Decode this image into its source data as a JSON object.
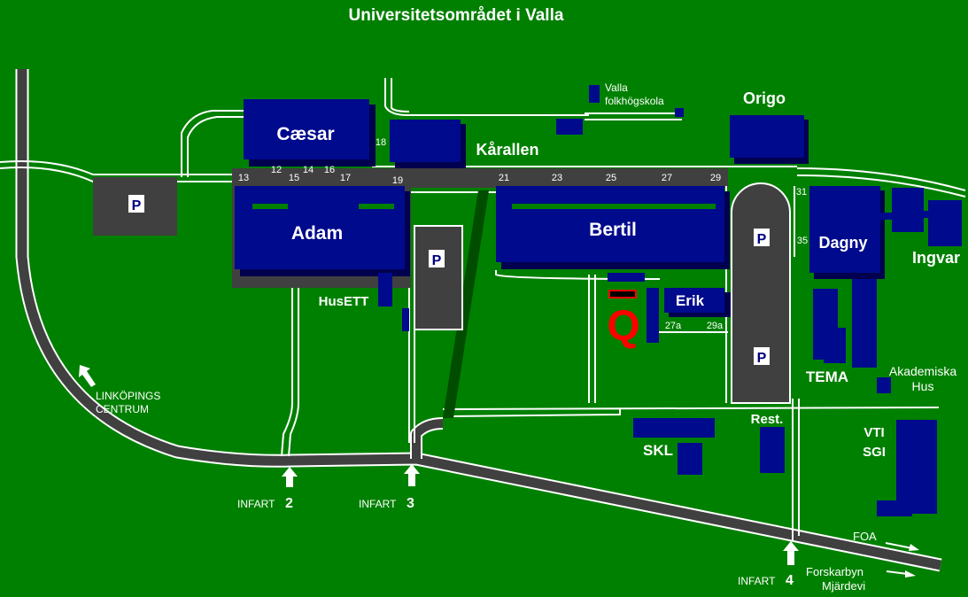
{
  "title": "Universitetsområdet i Valla",
  "buildings": {
    "caesar": "Cæsar",
    "adam": "Adam",
    "bertil": "Bertil",
    "karallen": "Kårallen",
    "origo": "Origo",
    "dagny": "Dagny",
    "ingvar": "Ingvar",
    "erik": "Erik",
    "husett": "HusETT",
    "tema": "TEMA",
    "akademiska_1": "Akademiska",
    "akademiska_2": "Hus",
    "rest": "Rest.",
    "skl": "SKL",
    "vti": "VTI",
    "sgi": "SGI",
    "valla_1": "Valla",
    "valla_2": "folkhögskola"
  },
  "marker": {
    "label": "Q",
    "color": "#ff0000"
  },
  "parking": "P",
  "entrances": {
    "word": "INFART",
    "n2": "2",
    "n3": "3",
    "n4": "4"
  },
  "directions": {
    "city_1": "LINKÖPINGS",
    "city_2": "CENTRUM",
    "foa": "FOA",
    "forskarbyn": "Forskarbyn",
    "mjardevi": "Mjärdevi"
  },
  "entrance_numbers": [
    "12",
    "13",
    "14",
    "15",
    "16",
    "17",
    "18",
    "19",
    "21",
    "23",
    "25",
    "27",
    "29",
    "31",
    "35",
    "27a",
    "29a"
  ],
  "colors": {
    "grass": "#008000",
    "road": "#404040",
    "building": "#000a8c",
    "shadow": "#00004e"
  }
}
